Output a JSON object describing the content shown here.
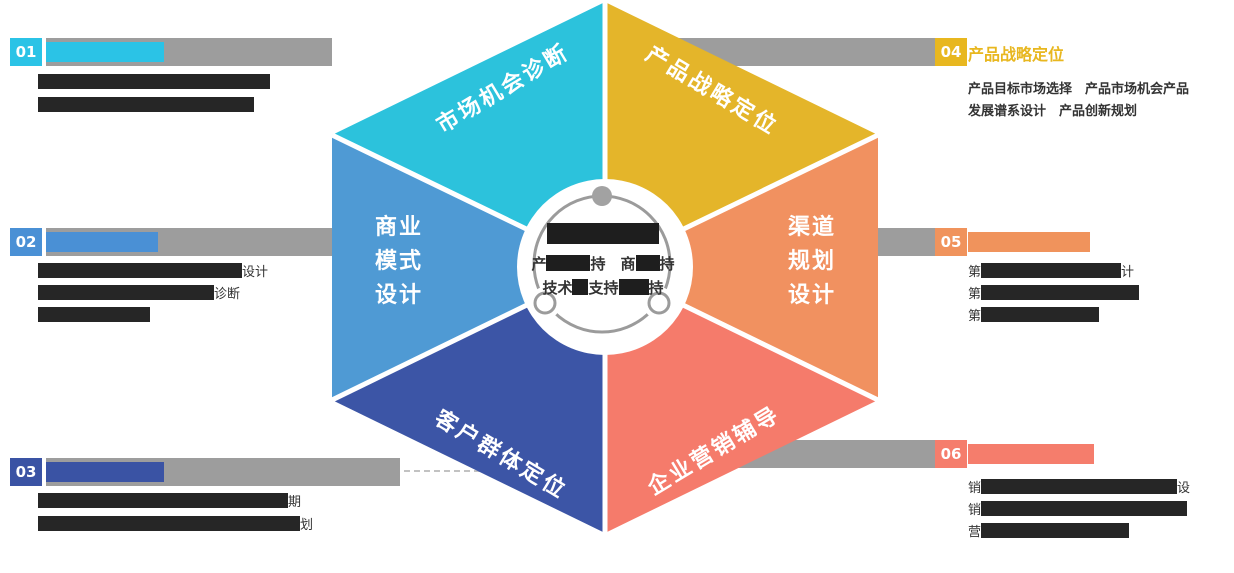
{
  "colors": {
    "teal": "#2cc2dc",
    "gold": "#e4b52a",
    "blue": "#4f9ad4",
    "orange": "#f19160",
    "navy": "#3c55a6",
    "salmon": "#f57b6b",
    "cyan_accent": "#2bc3e6",
    "blue_accent": "#4a90d5",
    "navy_accent": "#3a53a4",
    "gold_accent": "#e8b71f",
    "orange_accent": "#f0935c",
    "salmon_accent": "#f57d6c",
    "bar_gray": "#9d9d9d",
    "redaction": "#262626",
    "text": "#333333"
  },
  "hexagon": {
    "segments": {
      "market_opportunity": "市场机会诊断",
      "product_strategy": "产品战略定位",
      "business_model": [
        "商业",
        "模式",
        "设计"
      ],
      "channel_planning": [
        "渠道",
        "规划",
        "设计"
      ],
      "customer_group": "客户群体定位",
      "marketing_coaching": "企业营销辅导"
    },
    "center": {
      "row1_lead": "产",
      "row1_mid": "持　商",
      "row1_trail": "持",
      "row2_lead": "技术",
      "row2_mid": "支持",
      "row2_trail": "持"
    }
  },
  "callouts": {
    "c1": {
      "number": "01"
    },
    "c2": {
      "number": "02",
      "line1_trail": "设计",
      "line2_trail": "诊断"
    },
    "c3": {
      "number": "03",
      "line1_trail": "期",
      "line2_trail": "划"
    },
    "c4": {
      "number": "04",
      "title": "产品战略定位",
      "line1": "产品目标市场选择　产品市场机会产品",
      "line2": "发展谱系设计　产品创新规划"
    },
    "c5": {
      "number": "05",
      "line1_lead": "第",
      "line1_trail": "计",
      "line2_lead": "第",
      "line3_lead": "第"
    },
    "c6": {
      "number": "06",
      "line1_lead": "销",
      "line1_trail": "设",
      "line2_lead": "销",
      "line3_lead": "营"
    }
  }
}
